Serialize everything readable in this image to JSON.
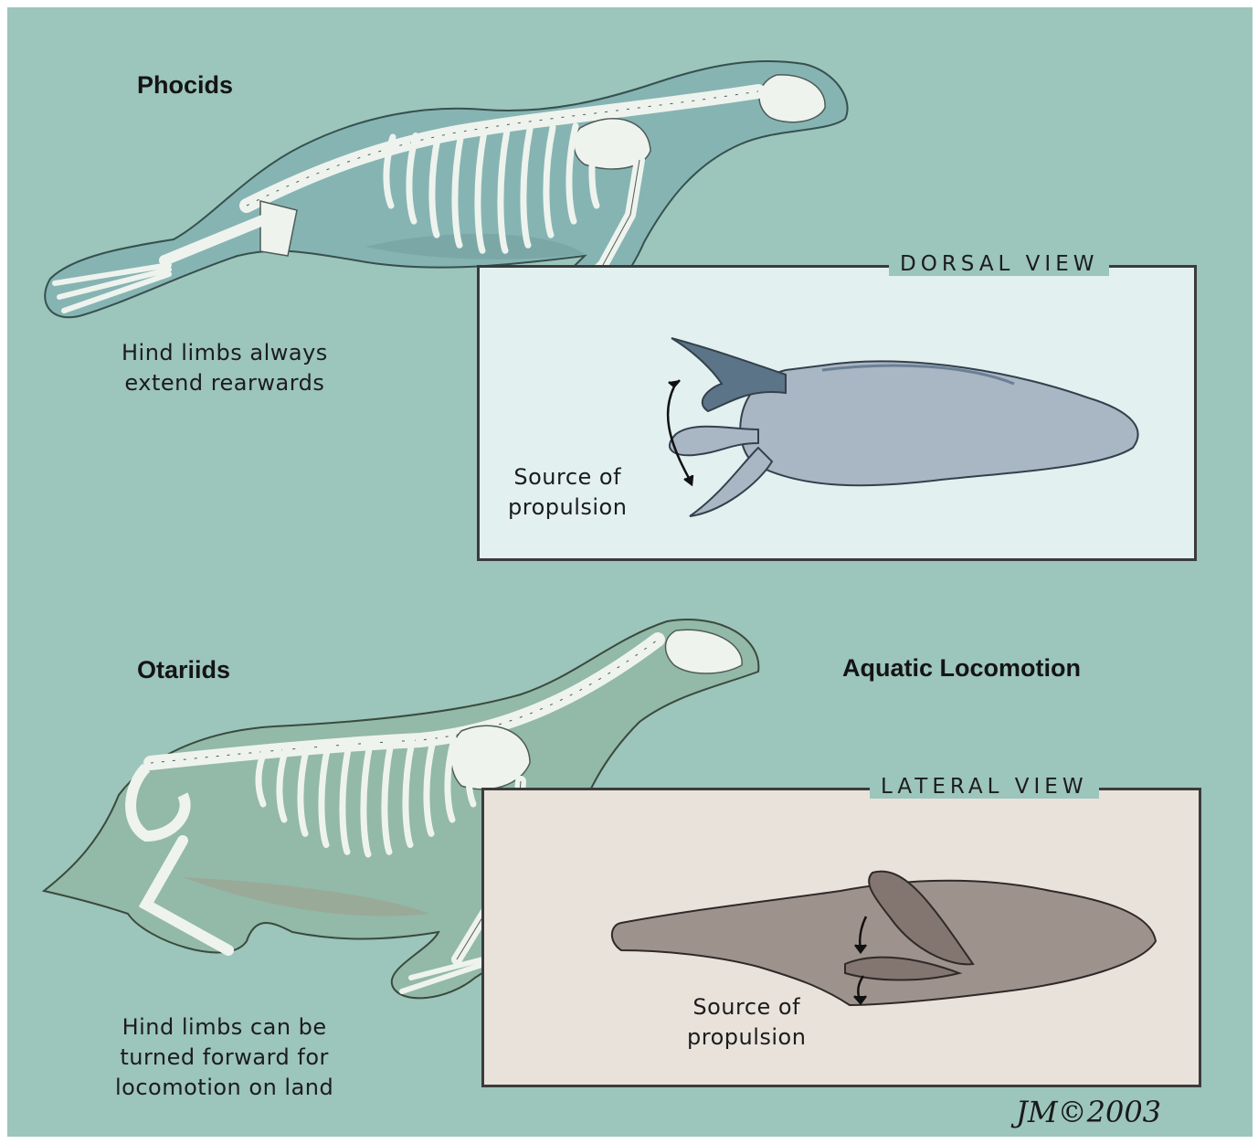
{
  "phocids": {
    "title": "Phocids",
    "caption": [
      "Hind limbs always",
      "extend rearwards"
    ]
  },
  "dorsal_view": {
    "title": "DORSAL VIEW",
    "propulsion_label": [
      "Source of",
      "propulsion"
    ]
  },
  "otariids": {
    "title": "Otariids",
    "caption": [
      "Hind limbs can be",
      "turned forward for",
      "locomotion on land"
    ]
  },
  "aquatic_locomotion": {
    "title": "Aquatic Locomotion"
  },
  "lateral_view": {
    "title": "LATERAL VIEW",
    "propulsion_label": [
      "Source of",
      "propulsion"
    ]
  },
  "signature": "JM©2003",
  "colors": {
    "background": "#9cc5bb",
    "body_phocid": "#86b4b3",
    "body_otariid": "#93b9a8",
    "bone": "#eef3ee",
    "dorsal_box": "#e2f0f0",
    "lateral_box": "#e9e2db",
    "dorsal_seal": "#a9b6c4",
    "lateral_seal": "#9e928c"
  }
}
